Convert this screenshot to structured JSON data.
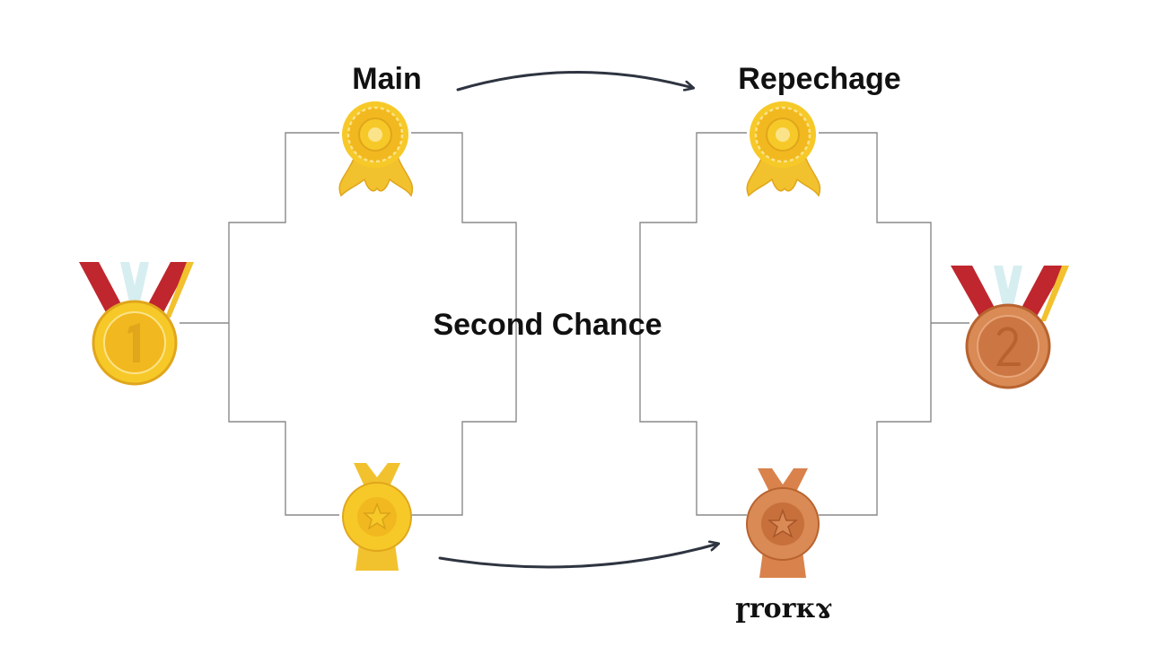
{
  "labels": {
    "main": "Main",
    "repechage": "Repechage",
    "center": "Second Chance",
    "footer": "ɼrorкɤ"
  },
  "colors": {
    "gold": "#f2c12e",
    "gold_dark": "#d9a21a",
    "gold_light": "#fbe38a",
    "bronze": "#d9824c",
    "bronze_dark": "#b8632f",
    "ribbon_red": "#c0262d",
    "ribbon_light": "#d7eef0",
    "bracket": "#8a8a8a",
    "arrow": "#2e3440"
  },
  "icons": {
    "main_top": "gold-rosette-medal-icon",
    "main_bottom": "gold-star-medal-icon",
    "repechage_top": "gold-rosette-medal-icon",
    "repechage_bottom": "bronze-star-medal-icon",
    "left_winner": "gold-first-place-medal-icon",
    "right_winner": "bronze-medal-icon"
  }
}
